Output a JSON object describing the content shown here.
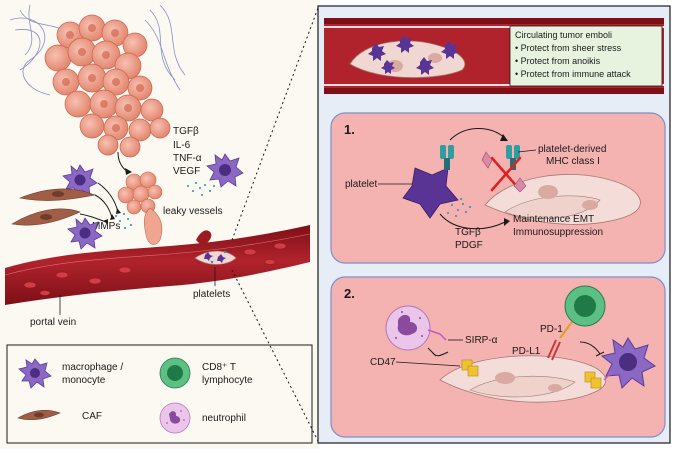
{
  "tumor_labels": {
    "cytokines": [
      "TGFβ",
      "IL-6",
      "TNF-α",
      "VEGF"
    ],
    "leaky_vessels": "leaky vessels",
    "mmps": "MMPs",
    "platelets": "platelets",
    "portal_vein": "portal vein"
  },
  "legend": {
    "macrophage": [
      "macrophage /",
      "monocyte"
    ],
    "caf": "CAF",
    "cd8": [
      "CD8⁺ T",
      "lymphocyte"
    ],
    "neutrophil": "neutrophil"
  },
  "emboli_box": {
    "title": "Circulating tumor emboli",
    "bullets": [
      "• Protect from sheer stress",
      "• Protect from anoikis",
      "• Protect from immune attack"
    ]
  },
  "panel1": {
    "number": "1.",
    "platelet": "platelet",
    "mhc": [
      "platelet-derived",
      "MHC class I"
    ],
    "factors": [
      "TGFβ",
      "PDGF"
    ],
    "effects": [
      "Maintenance EMT",
      "Immunosuppression"
    ]
  },
  "panel2": {
    "number": "2.",
    "sirp": "SIRP-α",
    "cd47": "CD47",
    "pd1": "PD-1",
    "pdl1": "PD-L1"
  },
  "colors": {
    "vessel": "#b1232c",
    "panel_fill": "#f4b2b0",
    "panel_stroke": "#7e8fc9",
    "right_bg": "#e6edf7",
    "left_bg": "#fbf9f1",
    "tumor": "#f2a391",
    "macrophage": "#7a58b8",
    "neutrophil": "#e6b7e3",
    "cd8": "#3ea36a",
    "caf": "#9b5a45",
    "platelet": "#4d2a7a"
  }
}
